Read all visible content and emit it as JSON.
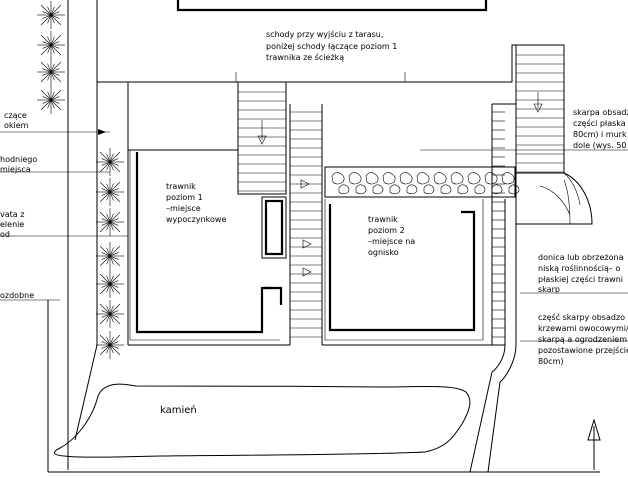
{
  "labels": {
    "stairs_note": [
      "schody przy wyjściu z tarasu,",
      "poniżej schody łączące poziom 1",
      "trawnika ze ścieżką"
    ],
    "lawn1": [
      "trawnik",
      "poziom 1",
      "–miejsce",
      "wypoczynkowe"
    ],
    "lawn2": [
      "trawnik",
      "poziom 2",
      "–miejsce na",
      "ognisko"
    ],
    "escarpment": [
      "skarpa obsadzo",
      "części płaska",
      "80cm) i murk",
      "dole (wys. 50"
    ],
    "planter": [
      "donica lub obrzeżona",
      "niską roślinnością– o",
      "płaskiej części trawni",
      "skarp"
    ],
    "escarpment_part": [
      "część skarpy obsadzo",
      "krzewami owocowymi/",
      "skarpą a ogrodzeniem",
      "pozostawione przejście",
      "80cm)"
    ],
    "stone": "kamień",
    "left_cut": [
      "czące",
      "okiem",
      "hodniego",
      "miejsca",
      "vata z",
      "elenie",
      "od",
      "ozdobne"
    ]
  },
  "colors": {
    "line": "#000000",
    "background": "#ffffff"
  }
}
